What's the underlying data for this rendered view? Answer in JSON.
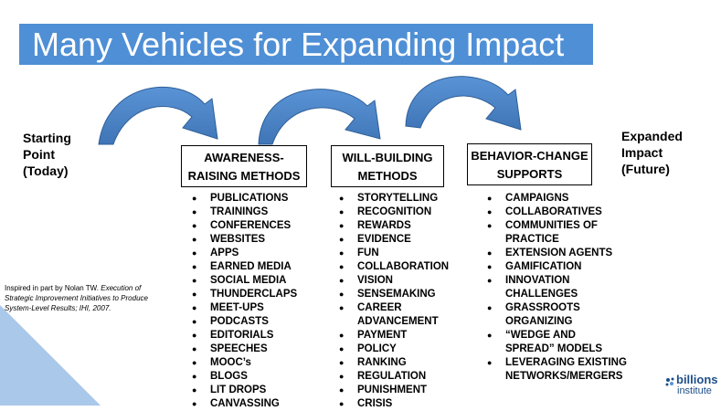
{
  "title": "Many Vehicles for Expanding Impact",
  "start_label": [
    "Starting",
    "Point",
    "(Today)"
  ],
  "end_label": [
    "Expanded",
    "Impact",
    "(Future)"
  ],
  "columns": [
    {
      "header": [
        "AWARENESS-",
        "RAISING METHODS"
      ],
      "items": [
        "PUBLICATIONS",
        "TRAININGS",
        "CONFERENCES",
        "WEBSITES",
        "APPS",
        "EARNED MEDIA",
        "SOCIAL MEDIA",
        "THUNDERCLAPS",
        "MEET-UPS",
        "PODCASTS",
        "EDITORIALS",
        "SPEECHES",
        "MOOC’s",
        "BLOGS",
        "LIT DROPS",
        "CANVASSING"
      ]
    },
    {
      "header": [
        "WILL-BUILDING",
        "METHODS"
      ],
      "items": [
        "STORYTELLING",
        "RECOGNITION",
        "REWARDS",
        "EVIDENCE",
        "FUN",
        "COLLABORATION",
        "VISION",
        "SENSEMAKING",
        "CAREER\nADVANCEMENT",
        "PAYMENT",
        "POLICY",
        "RANKING",
        "REGULATION",
        "PUNISHMENT",
        "CRISIS"
      ]
    },
    {
      "header": [
        "BEHAVIOR-CHANGE",
        "SUPPORTS"
      ],
      "items": [
        "CAMPAIGNS",
        "COLLABORATIVES",
        "COMMUNITIES OF\nPRACTICE",
        "EXTENSION AGENTS",
        "GAMIFICATION",
        "INNOVATION\nCHALLENGES",
        "GRASSROOTS\nORGANIZING",
        "“WEDGE AND\nSPREAD” MODELS",
        "LEVERAGING EXISTING\nNETWORKS/MERGERS"
      ]
    }
  ],
  "bullet_char": "●",
  "note": {
    "plain": "Inspired in part by Nolan TW. ",
    "italic": "Execution of Strategic Improvement Initiatives to Produce System-Level Results; IHI, 2007."
  },
  "logo": {
    "line1": "billions",
    "line2": "institute"
  },
  "colors": {
    "title_bg": "#4f8fd5",
    "arrow": "#4f86c6",
    "corner": "#a9c8ea",
    "logo": "#1d4e89"
  }
}
